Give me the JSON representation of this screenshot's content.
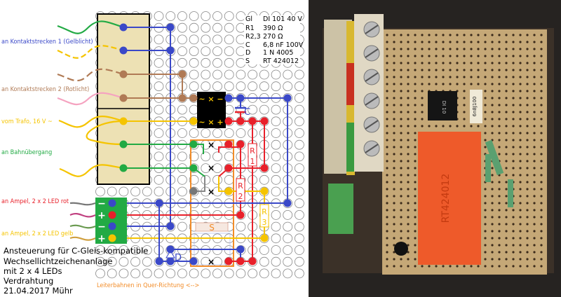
{
  "labels": {
    "contact1": "an Kontaktstrecken 1 (Gelblicht)",
    "contact2": "an Kontaktstrecken 2 (Rotlicht)",
    "trafo": "vom Trafo, 16 V ~",
    "crossing": "an Bahnübergang",
    "led_red": "an Ampel, 2 x 2 LED rot",
    "led_yellow": "an Ampel, 2 x 2 LED gelb",
    "tracks_note": "Leiterbahnen in Quer-Richtung <-->"
  },
  "title_lines": [
    "Ansteuerung für C-Gleis-kompatible",
    "Wechsellichtzeichenanlage",
    "mit  2 x 4 LEDs",
    "Verdrahtung",
    "21.04.2017 Mühr"
  ],
  "parts": [
    {
      "ref": "Gl",
      "value": "DI 101  40 V"
    },
    {
      "ref": "R1",
      "value": "390 Ω"
    },
    {
      "ref": "R2,3",
      "value": "270  Ω"
    },
    {
      "ref": "C",
      "value": "6,8 nF 100V"
    },
    {
      "ref": "D",
      "value": "1 N 4005"
    },
    {
      "ref": "S",
      "value": "RT 424012"
    }
  ],
  "component_labels": {
    "c": "C",
    "r1a": "R",
    "r1b": "1",
    "r2a": "R",
    "r2b": "2",
    "r3a": "R",
    "r3b": "3",
    "d": "D",
    "s": "S",
    "bridge_top": "~ × −",
    "bridge_bottom": "~ × +",
    "minus": "−",
    "plus": "+",
    "x": "×"
  },
  "photo": {
    "relay_label": "RT424012",
    "cap_label": "6n8J100",
    "bridge_label": "DI 10"
  },
  "colors": {
    "blue": "#3a48c8",
    "red": "#e8202a",
    "yellow": "#f5c400",
    "green": "#22aa44",
    "brown": "#b07a55",
    "orange": "#f28c28",
    "terminal": "#ede1b4"
  }
}
